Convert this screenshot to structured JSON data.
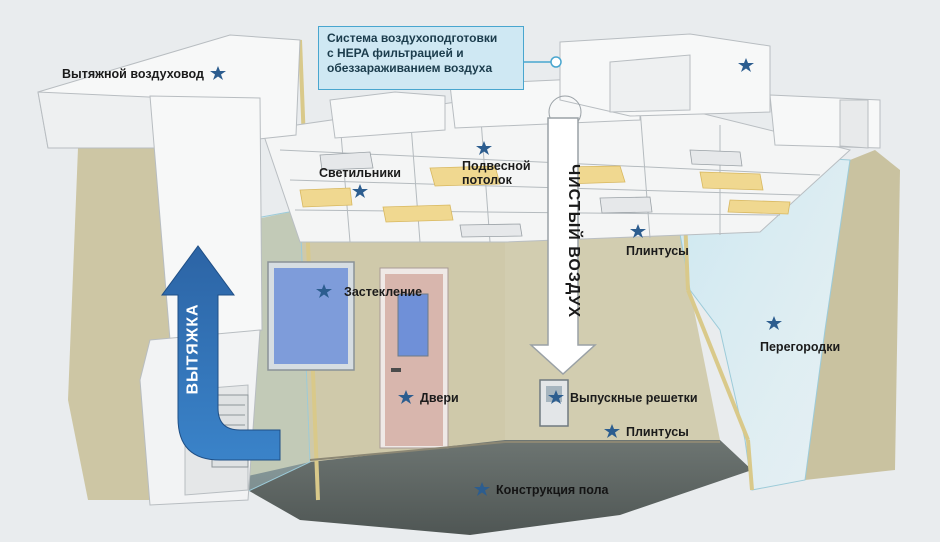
{
  "hepa_system": [
    "Система воздухоподготовки",
    "с HEPA фильтрацией и",
    "обеззараживанием воздуха"
  ],
  "callouts": {
    "exhaust_duct": "Вытяжной воздуховод",
    "luminaires": "Светильники",
    "suspended_ceiling": "Подвесной потолок",
    "glazing": "Застекление",
    "doors": "Двери",
    "plinths_top": "Плинтусы",
    "partitions": "Перегородки",
    "outlet_grilles": "Выпускные решетки",
    "plinths_bottom": "Плинтусы",
    "floor_construction": "Конструкция пола"
  },
  "arrows": {
    "clean_air": "ЧИСТЫЙ ВОЗДУХ",
    "exhaust": "ВЫТЯЖКА"
  },
  "colors": {
    "wall": "#cfc9a9",
    "wall_dark": "#bdb695",
    "floor": "#5e6663",
    "duct": "#f7f8f8",
    "glass": "#9fd3e6",
    "door": "#d9b7ad",
    "accent_blue": "#2f6fb3",
    "star": "#2c5d8f"
  }
}
